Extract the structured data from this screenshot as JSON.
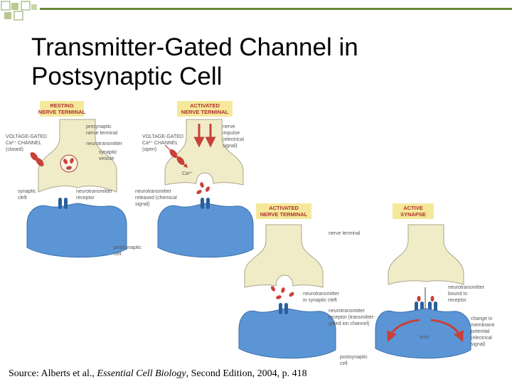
{
  "slide": {
    "title_line1": "Transmitter-Gated Channel in",
    "title_line2": "Postsynaptic Cell"
  },
  "source": {
    "prefix": "Source: Alberts et al., ",
    "book": "Essential Cell Biology",
    "suffix": ", Second Edition, 2004, p. 418"
  },
  "figure": {
    "panel1": {
      "tag_l1": "RESTING",
      "tag_l2": "NERVE TERMINAL",
      "vgc_l1": "VOLTAGE-GATED",
      "vgc_l2": "Ca²⁺ CHANNEL",
      "vgc_l3": "(closed)",
      "pre_l1": "presynaptic",
      "pre_l2": "nerve terminal",
      "nt": "neurotransmitter",
      "sv_l1": "synaptic",
      "sv_l2": "vesicle",
      "cleft_l1": "synaptic",
      "cleft_l2": "cleft",
      "rec_l1": "neurotransmitter",
      "rec_l2": "receptor",
      "post_l1": "postsynaptic",
      "post_l2": "cell"
    },
    "panel2": {
      "tag_l1": "ACTIVATED",
      "tag_l2": "NERVE TERMINAL",
      "vgc_l1": "VOLTAGE-GATED",
      "vgc_l2": "Ca²⁺ CHANNEL",
      "vgc_l3": "(open)",
      "imp_l1": "nerve",
      "imp_l2": "impulse",
      "imp_l3": "(electrical",
      "imp_l4": "signal)",
      "ca": "Ca²⁺",
      "rel_l1": "neurotransmitter",
      "rel_l2": "released (chemical",
      "rel_l3": "signal)"
    },
    "panel3": {
      "tag_l1": "ACTIVATED",
      "tag_l2": "NERVE TERMINAL",
      "nterm": "nerve terminal",
      "cleft_l1": "neurotransmitter",
      "cleft_l2": "in synaptic cleft",
      "rec_l1": "neurotransmitter",
      "rec_l2": "receptor (transmitter-",
      "rec_l3": "gated ion channel)",
      "post_l1": "postsynaptic",
      "post_l2": "cell"
    },
    "panel4": {
      "tag_l1": "ACTIVE",
      "tag_l2": "SYNAPSE",
      "bound_l1": "neurotransmitter",
      "bound_l2": "bound to",
      "bound_l3": "receptor",
      "ions": "ions",
      "chg_l1": "change in",
      "chg_l2": "membrane",
      "chg_l3": "potential",
      "chg_l4": "(electrical",
      "chg_l5": "signal)"
    }
  },
  "colors": {
    "terminal_fill": "#f1ecc8",
    "cell_fill": "#5b95d6",
    "tag_fill": "#f5e89a",
    "accent_red": "#c8403a",
    "receptor_blue": "#2a5f9e",
    "deco_green": "#6a8a3a"
  }
}
